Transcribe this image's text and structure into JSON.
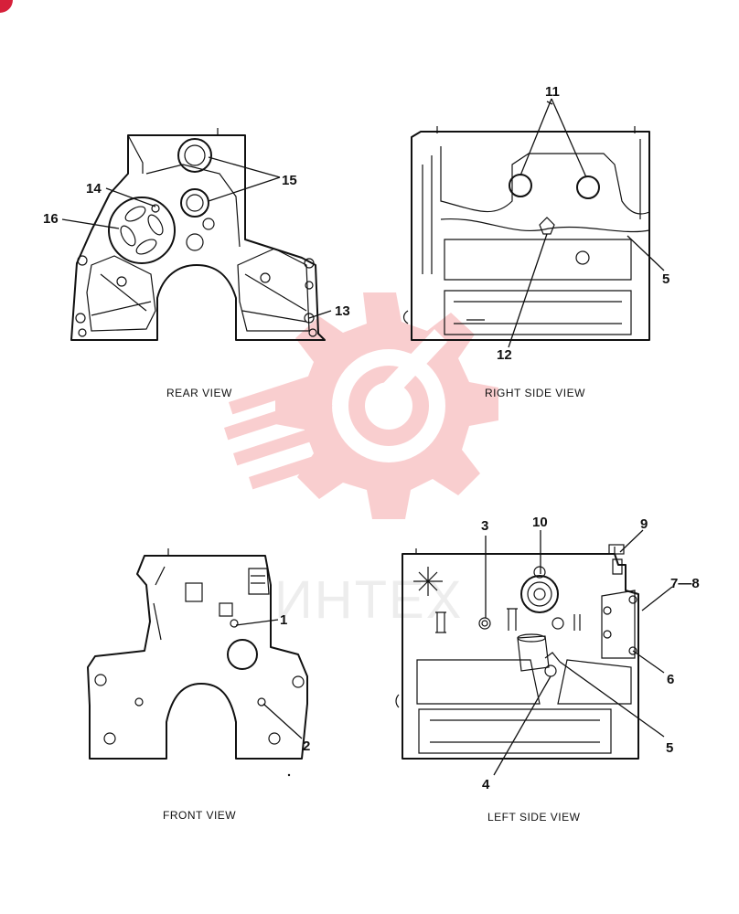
{
  "views": {
    "rear": {
      "caption": "REAR VIEW",
      "callouts": {
        "c13": "13",
        "c14": "14",
        "c15": "15",
        "c16": "16"
      }
    },
    "right_side": {
      "caption": "RIGHT SIDE VIEW",
      "callouts": {
        "c5": "5",
        "c11": "11",
        "c12": "12"
      }
    },
    "front": {
      "caption": "FRONT VIEW",
      "callouts": {
        "c1": "1",
        "c2": "2"
      }
    },
    "left_side": {
      "caption": "LEFT SIDE VIEW",
      "callouts": {
        "c3": "3",
        "c4": "4",
        "c5": "5",
        "c6": "6",
        "c7_8": "7—8",
        "c9": "9",
        "c10": "10"
      }
    }
  },
  "watermark": {
    "text": "ИНТЕХ",
    "icon": "gear-wrench-icon",
    "color": "#e8262b"
  },
  "colors": {
    "line": "#111111",
    "background": "#ffffff",
    "corner_mark": "#d6203a"
  }
}
